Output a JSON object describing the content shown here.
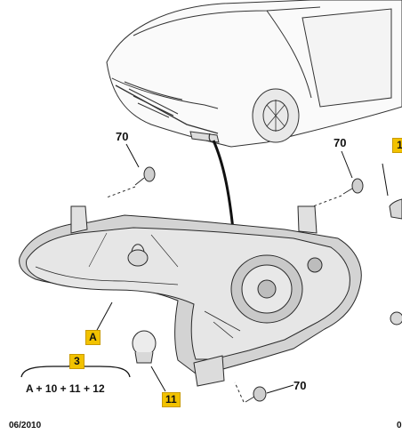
{
  "callouts": {
    "c70_top_left": "70",
    "c70_top_right": "70",
    "c70_bottom": "70",
    "c11": "11",
    "cA": "A",
    "c3": "3",
    "c1_edge": "1"
  },
  "formula": "A + 10 + 11 + 12",
  "footer": {
    "date": "06/2010",
    "edge_text": "0"
  },
  "colors": {
    "tag_fill": "#f2c200",
    "line": "#2a2a2a",
    "shade": "#cfcfcf"
  }
}
